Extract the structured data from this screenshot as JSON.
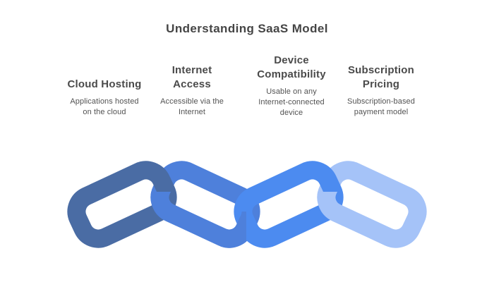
{
  "title": "Understanding SaaS Model",
  "features": [
    {
      "heading": "Cloud Hosting",
      "description": "Applications hosted\non the cloud",
      "link_color": "#4A6CA4"
    },
    {
      "heading": "Internet\nAccess",
      "description": "Accessible via the\nInternet",
      "link_color": "#4E80DB"
    },
    {
      "heading": "Device\nCompatibility",
      "description": "Usable on any\nInternet-connected\ndevice",
      "link_color": "#4C8BF0"
    },
    {
      "heading": "Subscription\nPricing",
      "description": "Subscription-based\npayment model",
      "link_color": "#A5C3F8"
    }
  ],
  "diagram": {
    "type": "interlocked-chain-links",
    "link_count": 4,
    "link_colors": [
      "#4A6CA4",
      "#4E80DB",
      "#4C8BF0",
      "#A5C3F8"
    ]
  },
  "colors": {
    "background": "#FFFFFF",
    "title_text": "#454545",
    "heading_text": "#4A4A4A",
    "body_text": "#525252"
  }
}
